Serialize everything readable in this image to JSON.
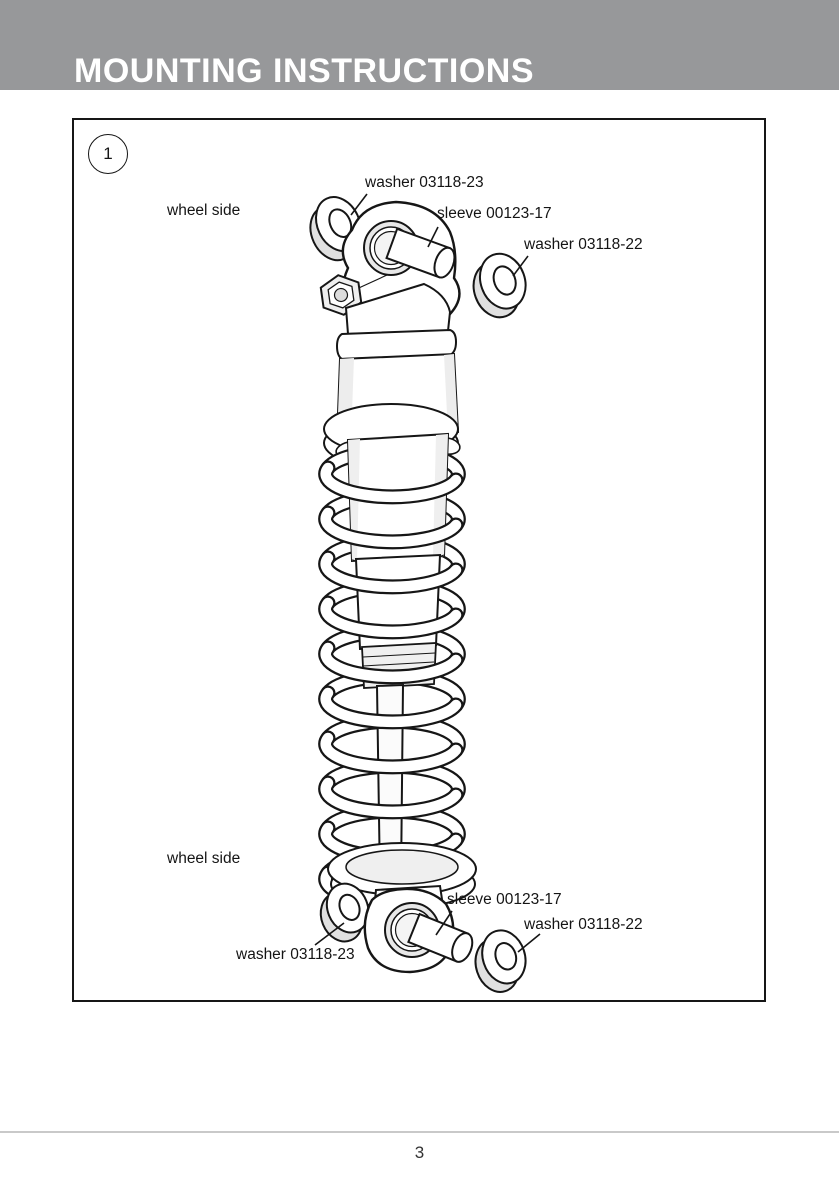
{
  "header": {
    "title": "MOUNTING INSTRUCTIONS"
  },
  "figure": {
    "step_number": "1",
    "labels": {
      "top_washer": "washer 03118-23",
      "top_wheel_side": "wheel side",
      "top_sleeve": "sleeve 00123-17",
      "top_washer_right": "washer 03118-22",
      "bottom_wheel_side": "wheel side",
      "bottom_sleeve": "sleeve 00123-17",
      "bottom_washer_right": "washer 03118-22",
      "bottom_washer": "washer 03118-23"
    }
  },
  "footer": {
    "page_number": "3"
  },
  "colors": {
    "header_bg": "#97989a",
    "outline": "#161616",
    "shading": "#e3e3e3",
    "footer_line": "#c9c9c9"
  }
}
